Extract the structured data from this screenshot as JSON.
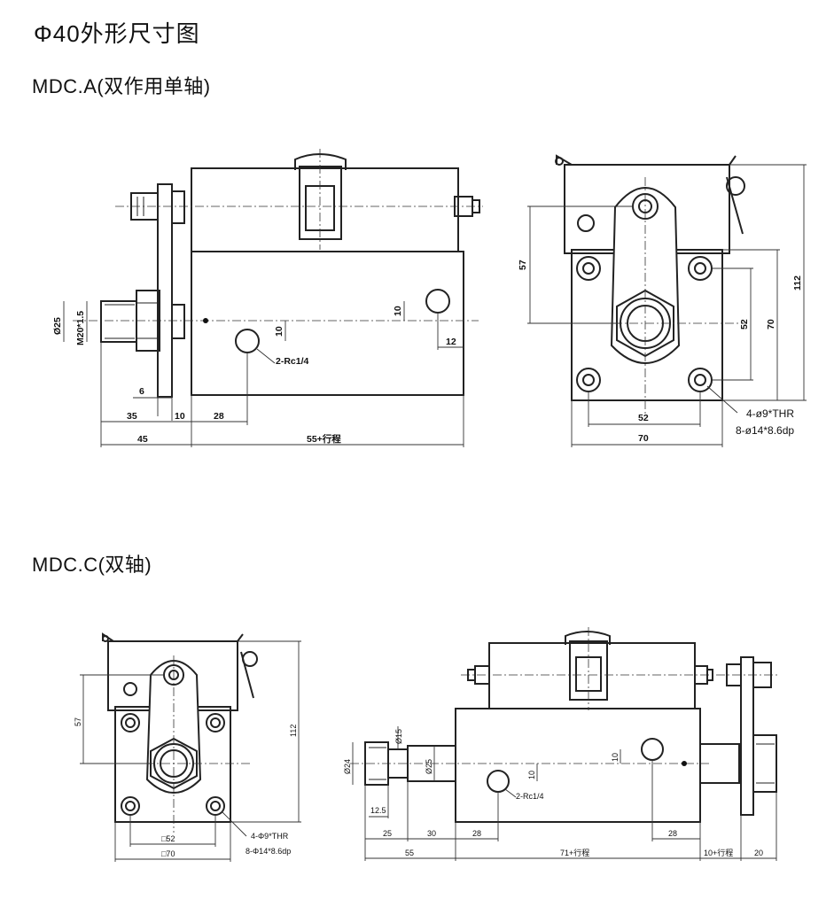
{
  "title": "Φ40外形尺寸图",
  "section_a": {
    "model": "MDC.A(双作用单轴)",
    "side_view": {
      "dim_dia": "Ø25",
      "dim_thread": "M20*1.5",
      "dim_6": "6",
      "dim_35": "35",
      "dim_10": "10",
      "dim_28": "28",
      "dim_45": "45",
      "dim_stroke": "55+行程",
      "dim_port_v1": "10",
      "dim_port_v2": "10",
      "dim_port_12": "12",
      "port_note": "2-Rc1/4"
    },
    "end_view": {
      "dim_57": "57",
      "dim_52v": "52",
      "dim_70v": "70",
      "dim_112": "112",
      "dim_52h": "52",
      "dim_70h": "70",
      "hole_note_1": "4-ø9*THR",
      "hole_note_2": "8-ø14*8.6dp"
    }
  },
  "section_c": {
    "model": "MDC.C(双轴)",
    "end_view": {
      "dim_57": "57",
      "dim_112": "112",
      "dim_52": "□52",
      "dim_70": "□70",
      "hole_note_1": "4-Φ9*THR",
      "hole_note_2": "8-Φ14*8.6dp"
    },
    "side_view": {
      "dim_15": "Ø15",
      "dim_24": "Ø24",
      "dim_25": "Ø25",
      "dim_12_5": "12.5",
      "dim_25h": "25",
      "dim_30": "30",
      "dim_28a": "28",
      "dim_28b": "28",
      "dim_55": "55",
      "dim_71": "71+行程",
      "dim_10s": "10+行程",
      "dim_20": "20",
      "dim_port_v1": "10",
      "dim_port_v2": "10",
      "port_note": "2-Rc1/4"
    }
  }
}
